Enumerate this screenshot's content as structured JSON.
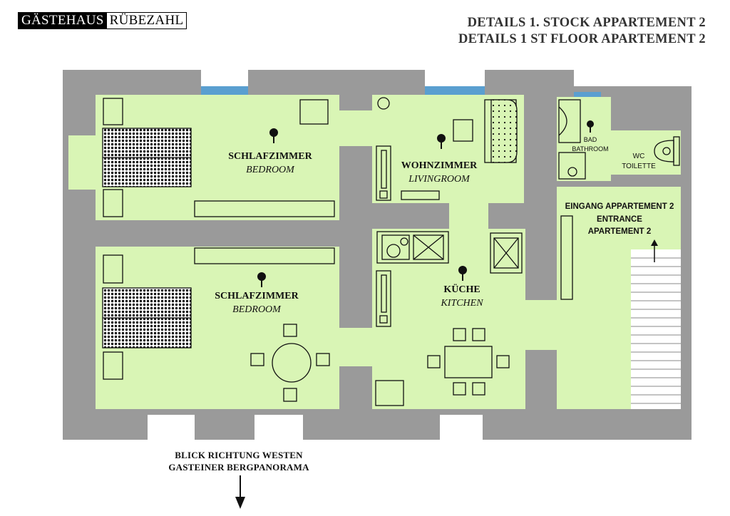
{
  "header": {
    "logo_part1": "GÄSTEHAUS",
    "logo_part2": "RÜBEZAHL",
    "title_line1": "DETAILS 1. STOCK APPARTEMENT 2",
    "title_line2": "DETAILS  1 ST FLOOR APARTEMENT 2"
  },
  "rooms": {
    "bedroom1": {
      "de": "SCHLAFZIMMER",
      "en": "BEDROOM"
    },
    "livingroom": {
      "de": "WOHNZIMMER",
      "en": "LIVINGROOM"
    },
    "bath": {
      "de": "BAD",
      "en": "BATHROOM"
    },
    "wc": {
      "de": "WC",
      "en": "TOILETTE"
    },
    "entrance": {
      "line1": "EINGANG APPARTEMENT 2",
      "line2": "ENTRANCE",
      "line3": "APARTEMENT 2"
    },
    "bedroom2": {
      "de": "SCHLAFZIMMER",
      "en": "BEDROOM"
    },
    "kitchen": {
      "de": "KÜCHE",
      "en": "KITCHEN"
    }
  },
  "footer": {
    "line1": "BLICK RICHTUNG WESTEN",
    "line2": "GASTEINER BERGPANORAMA"
  },
  "colors": {
    "wall": "#9a9a9a",
    "floor": "#d9f5b5",
    "window": "#5a9fd0",
    "outline": "#111111"
  }
}
